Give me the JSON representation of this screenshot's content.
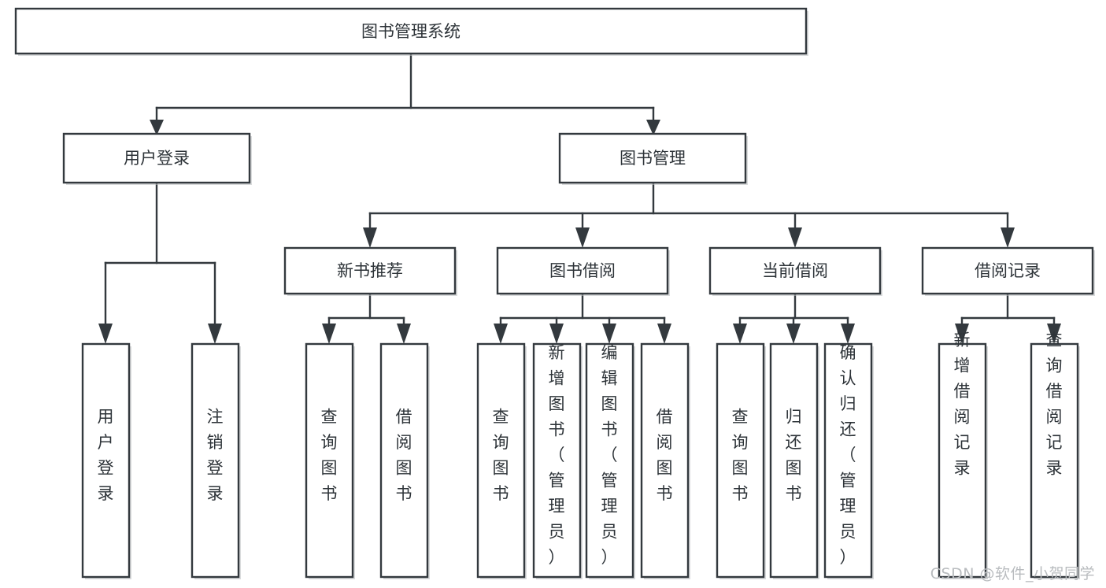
{
  "diagram": {
    "title": "图书管理系统",
    "type": "tree-hierarchy",
    "colors": {
      "stroke": "#33393e",
      "fill": "#ffffff",
      "text": "#2d3338",
      "watermark": "#b9bcbf",
      "background": "#ffffff"
    },
    "root": {
      "label": "图书管理系统",
      "orientation": "horizontal"
    },
    "level2": [
      {
        "label": "用户登录",
        "orientation": "horizontal"
      },
      {
        "label": "图书管理",
        "orientation": "horizontal"
      }
    ],
    "level3": [
      {
        "label": "新书推荐",
        "orientation": "horizontal"
      },
      {
        "label": "图书借阅",
        "orientation": "horizontal"
      },
      {
        "label": "当前借阅",
        "orientation": "horizontal"
      },
      {
        "label": "借阅记录",
        "orientation": "horizontal"
      }
    ],
    "leaves": {
      "user_login": [
        {
          "label": "用户登录",
          "orientation": "vertical"
        },
        {
          "label": "注销登录",
          "orientation": "vertical"
        }
      ],
      "new_book_recommend": [
        {
          "label": "查询图书",
          "orientation": "vertical"
        },
        {
          "label": "借阅图书",
          "orientation": "vertical"
        }
      ],
      "book_borrow": [
        {
          "label": "查询图书",
          "orientation": "vertical"
        },
        {
          "label": "新增图书（管理员）",
          "orientation": "vertical"
        },
        {
          "label": "编辑图书（管理员）",
          "orientation": "vertical"
        },
        {
          "label": "借阅图书",
          "orientation": "vertical"
        }
      ],
      "current_borrow": [
        {
          "label": "查询图书",
          "orientation": "vertical"
        },
        {
          "label": "归还图书",
          "orientation": "vertical"
        },
        {
          "label": "确认归还（管理员）",
          "orientation": "vertical"
        }
      ],
      "borrow_record": [
        {
          "label": "新增借阅记录",
          "orientation": "vertical"
        },
        {
          "label": "查询借阅记录",
          "orientation": "vertical"
        }
      ]
    }
  },
  "watermark": {
    "text": "CSDN @软件_小贺同学"
  }
}
